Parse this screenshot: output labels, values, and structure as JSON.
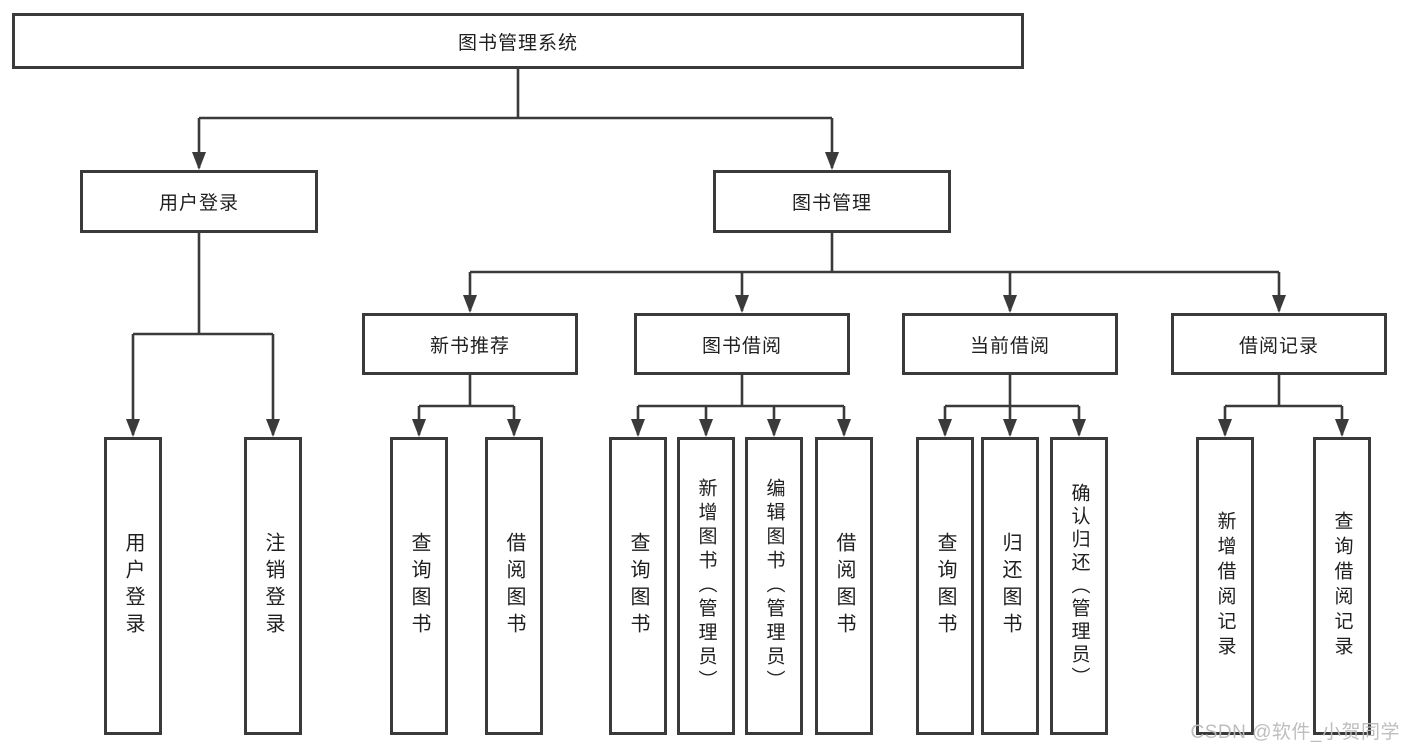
{
  "diagram": {
    "root": {
      "label": "图书管理系统",
      "children": [
        {
          "label": "用户登录",
          "children": [
            {
              "label": "用户登录"
            },
            {
              "label": "注销登录"
            }
          ]
        },
        {
          "label": "图书管理",
          "children": [
            {
              "label": "新书推荐",
              "children": [
                {
                  "label": "查询图书"
                },
                {
                  "label": "借阅图书"
                }
              ]
            },
            {
              "label": "图书借阅",
              "children": [
                {
                  "label": "查询图书"
                },
                {
                  "label": "新增图书（管理员）"
                },
                {
                  "label": "编辑图书（管理员）"
                },
                {
                  "label": "借阅图书"
                }
              ]
            },
            {
              "label": "当前借阅",
              "children": [
                {
                  "label": "查询图书"
                },
                {
                  "label": "归还图书"
                },
                {
                  "label": "确认归还（管理员）"
                }
              ]
            },
            {
              "label": "借阅记录",
              "children": [
                {
                  "label": "新增借阅记录"
                },
                {
                  "label": "查询借阅记录"
                }
              ]
            }
          ]
        }
      ]
    }
  },
  "watermark": {
    "text": "CSDN @软件_小贺同学"
  },
  "colors": {
    "line": "#3a3a3a",
    "box_border": "#3a3a3a",
    "text": "#1f1f1f",
    "background": "#ffffff",
    "watermark": "#bababa"
  }
}
